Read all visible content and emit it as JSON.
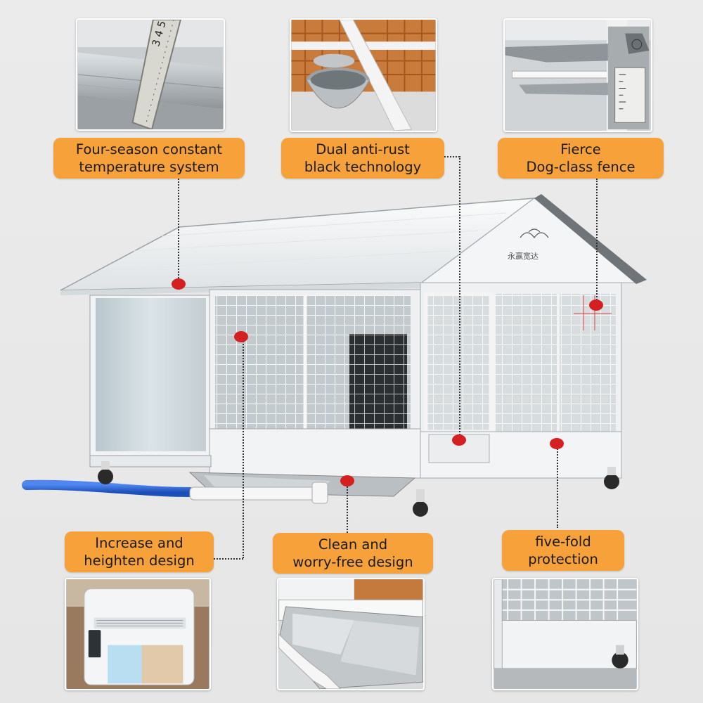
{
  "colors": {
    "background": "#e8e8e8",
    "callout": "#f6a13a",
    "pin": "#d42020",
    "frame": "#eef0f2",
    "roof": "#f2f4f5",
    "hose": "#2a66d8"
  },
  "top_features": {
    "temperature": {
      "label": "Four-season constant\ntemperature system",
      "icon": "tape-measure-photo"
    },
    "anti_rust": {
      "label": "Dual anti-rust\nblack technology",
      "icon": "steel-bowl-photo"
    },
    "fence": {
      "label": "Fierce\nDog-class fence",
      "icon": "caliper-photo"
    }
  },
  "bottom_features": {
    "heighten": {
      "label": "Increase and\nheighten design",
      "icon": "air-conditioner-photo"
    },
    "clean": {
      "label": "Clean and\nworry-free design",
      "icon": "drain-tray-photo"
    },
    "protection": {
      "label": "five-fold\nprotection",
      "icon": "wheel-base-photo"
    }
  },
  "product": {
    "name": "dog-kennel",
    "gable_logo_text": "永赢宽达"
  }
}
